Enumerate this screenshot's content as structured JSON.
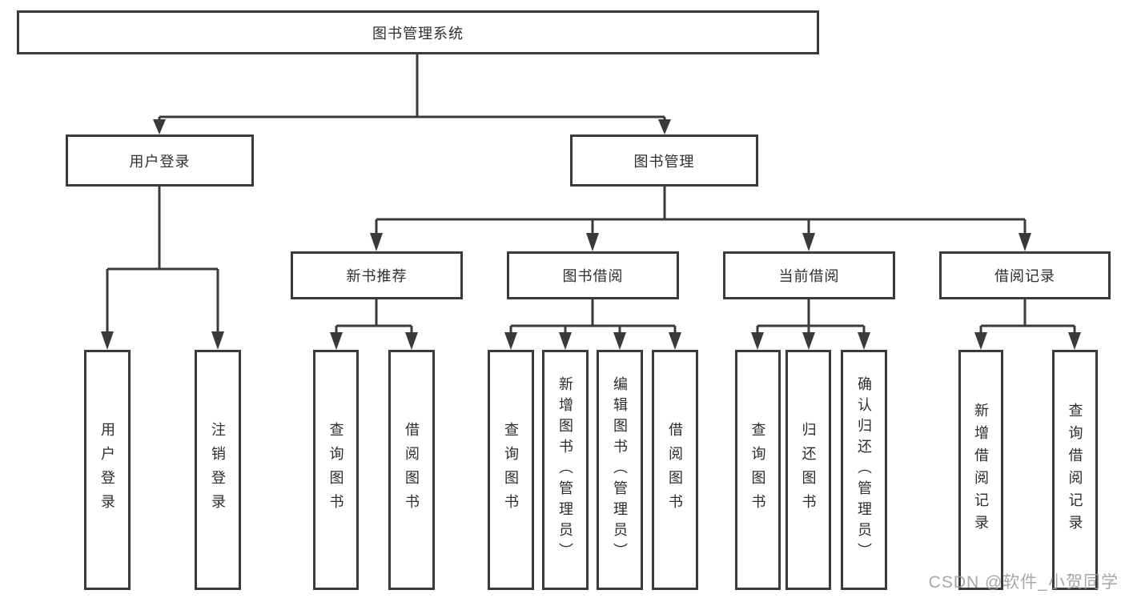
{
  "diagram": {
    "root": {
      "label": "图书管理系统"
    },
    "user_login": {
      "label": "用户登录",
      "children": [
        {
          "label": "用户登录"
        },
        {
          "label": "注销登录"
        }
      ]
    },
    "book_management": {
      "label": "图书管理"
    },
    "new_book_recommend": {
      "label": "新书推荐",
      "children": [
        {
          "label": "查询图书"
        },
        {
          "label": "借阅图书"
        }
      ]
    },
    "book_borrowing": {
      "label": "图书借阅",
      "children": [
        {
          "label": "查询图书"
        },
        {
          "label": "新增图书（管理员）"
        },
        {
          "label": "编辑图书（管理员）"
        },
        {
          "label": "借阅图书"
        }
      ]
    },
    "current_borrowing": {
      "label": "当前借阅",
      "children": [
        {
          "label": "查询图书"
        },
        {
          "label": "归还图书"
        },
        {
          "label": "确认归还（管理员）"
        }
      ]
    },
    "borrowing_records": {
      "label": "借阅记录",
      "children": [
        {
          "label": "新增借阅记录"
        },
        {
          "label": "查询借阅记录"
        }
      ]
    }
  },
  "watermark": {
    "text": "CSDN @软件_小贺同学"
  },
  "colors": {
    "line": "#3a3a3a",
    "text": "#2d2d2d",
    "watermark": "#94989e",
    "background": "#ffffff"
  }
}
